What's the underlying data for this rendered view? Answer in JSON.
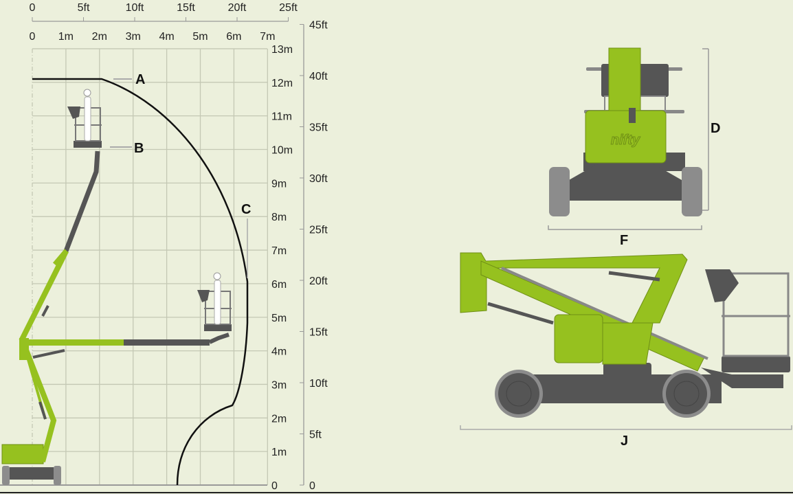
{
  "scales": {
    "top_feet": [
      "0",
      "5ft",
      "10ft",
      "15ft",
      "20ft",
      "25ft"
    ],
    "top_meters": [
      "0",
      "1m",
      "2m",
      "3m",
      "4m",
      "5m",
      "6m",
      "7m"
    ],
    "right_meters": [
      "0",
      "1m",
      "2m",
      "3m",
      "4m",
      "5m",
      "6m",
      "7m",
      "8m",
      "9m",
      "10m",
      "11m",
      "12m",
      "13m"
    ],
    "right_feet": [
      "0",
      "5ft",
      "10ft",
      "15ft",
      "20ft",
      "25ft",
      "30ft",
      "35ft",
      "40ft",
      "45ft"
    ]
  },
  "labels": {
    "A": "A",
    "B": "B",
    "C": "C",
    "D": "D",
    "F": "F",
    "J": "J"
  },
  "brand": "nifty",
  "colors": {
    "background": "#ecf0dc",
    "machine_green": "#96c11f",
    "machine_dark": "#555555",
    "wheel_grey": "#8c8c8c",
    "grid": "#c4c8b4",
    "envelope": "#111111"
  }
}
